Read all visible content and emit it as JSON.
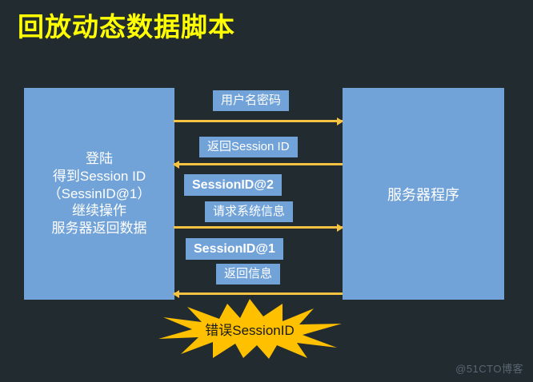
{
  "slide": {
    "title": "回放动态数据脚本",
    "title_color": "#ffff00",
    "background_color": "#212b30",
    "box_color": "#72a3d8",
    "arrow_color": "#f5c242",
    "star_color": "#ffc000"
  },
  "client": {
    "lines": [
      "登陆",
      "得到Session ID",
      "（SessinID@1）",
      "继续操作",
      "服务器返回数据"
    ]
  },
  "server": {
    "label": "服务器程序"
  },
  "messages": [
    {
      "label": "用户名密码",
      "direction": "to-right",
      "bold": false
    },
    {
      "label": "返回Session ID",
      "direction": "to-left",
      "bold": false
    },
    {
      "label": "SessionID@2",
      "direction": "none",
      "bold": true
    },
    {
      "label": "请求系统信息",
      "direction": "to-right",
      "bold": false
    },
    {
      "label": "SessionID@1",
      "direction": "none",
      "bold": true
    },
    {
      "label": "返回信息",
      "direction": "to-left",
      "bold": false
    }
  ],
  "starburst": {
    "label": "错误SessionID"
  },
  "watermark": {
    "text": "@51CTO博客"
  }
}
